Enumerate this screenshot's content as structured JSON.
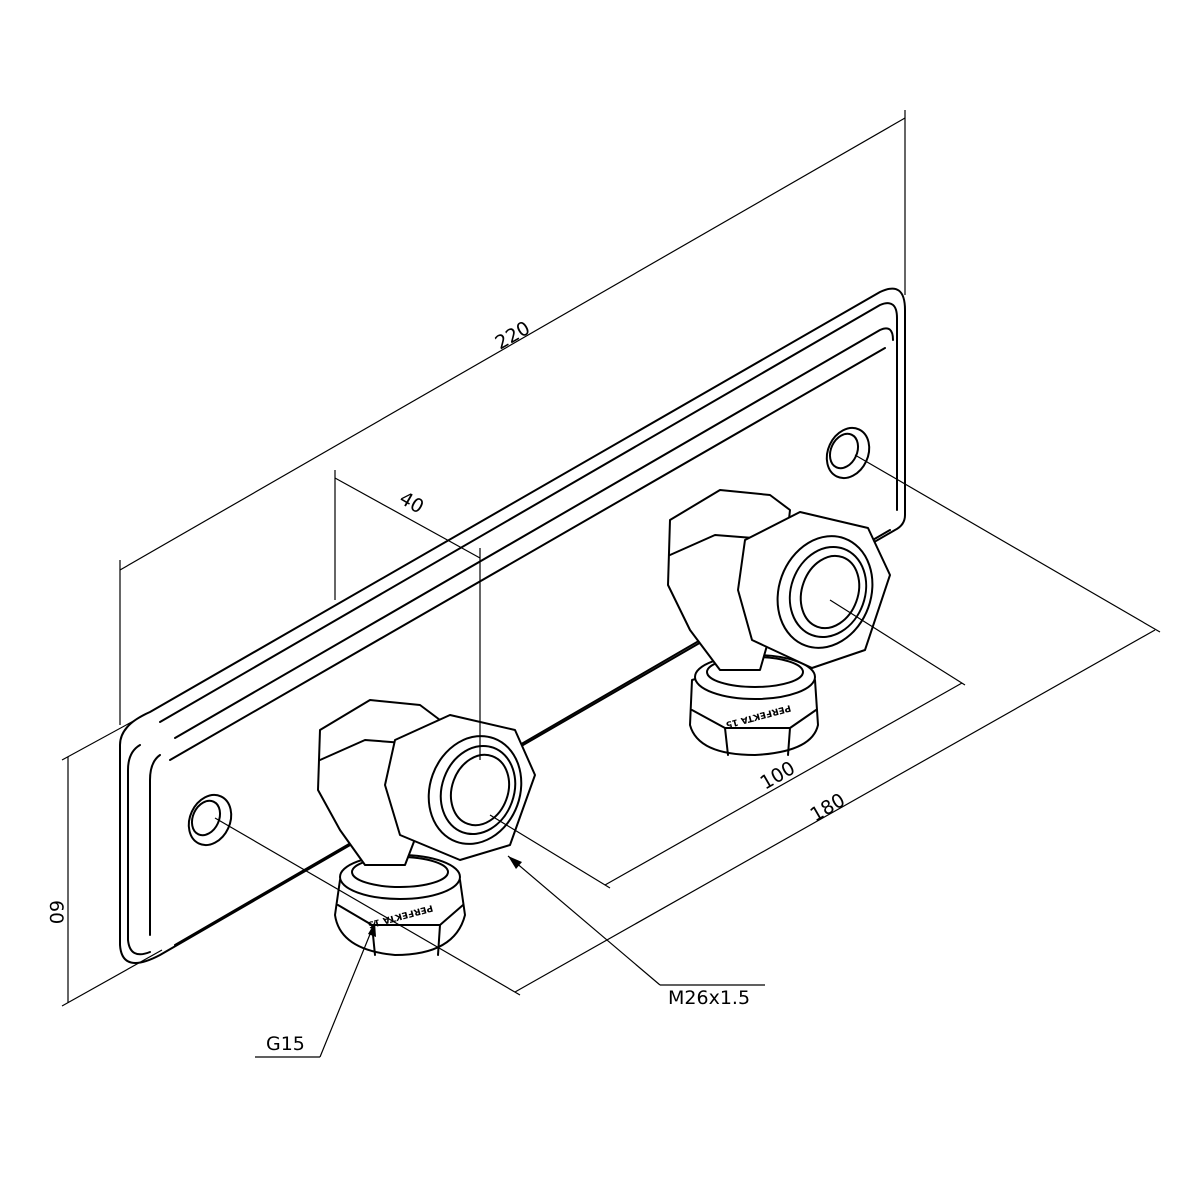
{
  "title": "Wall plate with two elbow fittings - dimensioned drawing",
  "dimensions": {
    "overall_length": "220",
    "offset": "40",
    "height": "60",
    "fitting_spacing": "100",
    "hole_spacing": "180"
  },
  "callouts": {
    "outlet_thread": "M26x1.5",
    "inlet_thread": "G15"
  },
  "engraving": "PERFEKTA 15"
}
